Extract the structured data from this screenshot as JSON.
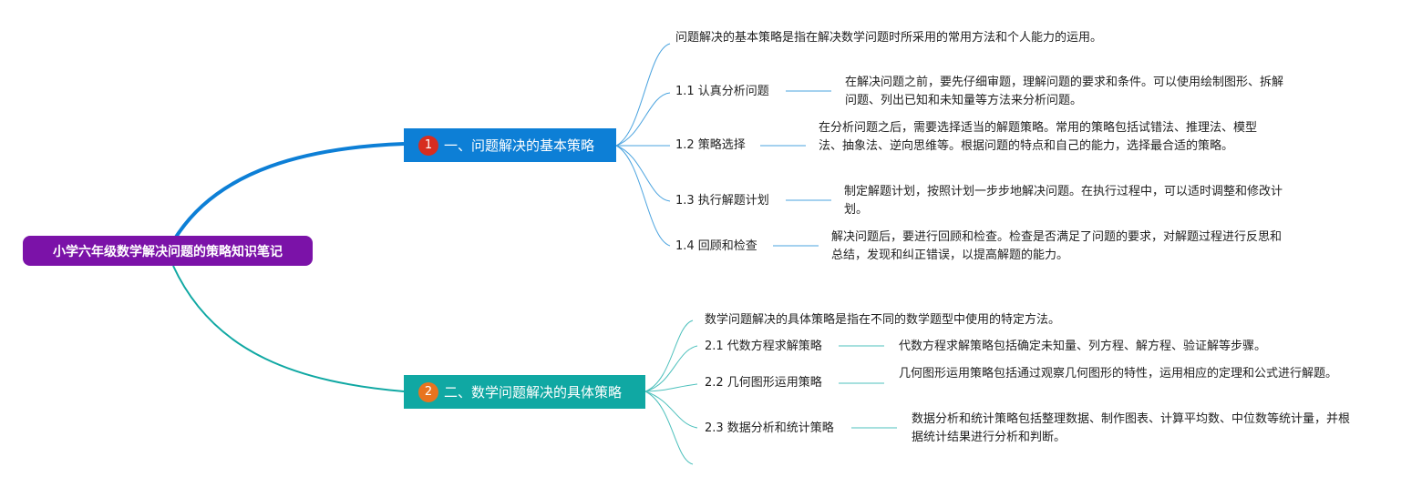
{
  "root": {
    "title": "小学六年级数学解决问题的策略知识笔记"
  },
  "branches": [
    {
      "badge": "1",
      "title": "一、问题解决的基本策略",
      "summary": "问题解决的基本策略是指在解决数学问题时所采用的常用方法和个人能力的运用。",
      "items": [
        {
          "label": "1.1 认真分析问题",
          "detail": "在解决问题之前，要先仔细审题，理解问题的要求和条件。可以使用绘制图形、拆解问题、列出已知和未知量等方法来分析问题。"
        },
        {
          "label": "1.2 策略选择",
          "detail": "在分析问题之后，需要选择适当的解题策略。常用的策略包括试错法、推理法、模型法、抽象法、逆向思维等。根据问题的特点和自己的能力，选择最合适的策略。"
        },
        {
          "label": "1.3 执行解题计划",
          "detail": "制定解题计划，按照计划一步步地解决问题。在执行过程中，可以适时调整和修改计划。"
        },
        {
          "label": "1.4 回顾和检查",
          "detail": "解决问题后，要进行回顾和检查。检查是否满足了问题的要求，对解题过程进行反思和总结，发现和纠正错误，以提高解题的能力。"
        }
      ]
    },
    {
      "badge": "2",
      "title": "二、数学问题解决的具体策略",
      "summary": "数学问题解决的具体策略是指在不同的数学题型中使用的特定方法。",
      "items": [
        {
          "label": "2.1 代数方程求解策略",
          "detail": "代数方程求解策略包括确定未知量、列方程、解方程、验证解等步骤。"
        },
        {
          "label": "2.2 几何图形运用策略",
          "detail": "几何图形运用策略包括通过观察几何图形的特性，运用相应的定理和公式进行解题。"
        },
        {
          "label": "2.3 数据分析和统计策略",
          "detail": "数据分析和统计策略包括整理数据、制作图表、计算平均数、中位数等统计量，并根据统计结果进行分析和判断。"
        }
      ]
    }
  ],
  "colors": {
    "root": "#7b12a8",
    "branch1": "#0d7fd6",
    "branch2": "#10a8a3",
    "badge1": "#d72d1f",
    "badge2": "#e8741f",
    "connector1": "#4aa3df",
    "connector2": "#4cc0bc"
  }
}
